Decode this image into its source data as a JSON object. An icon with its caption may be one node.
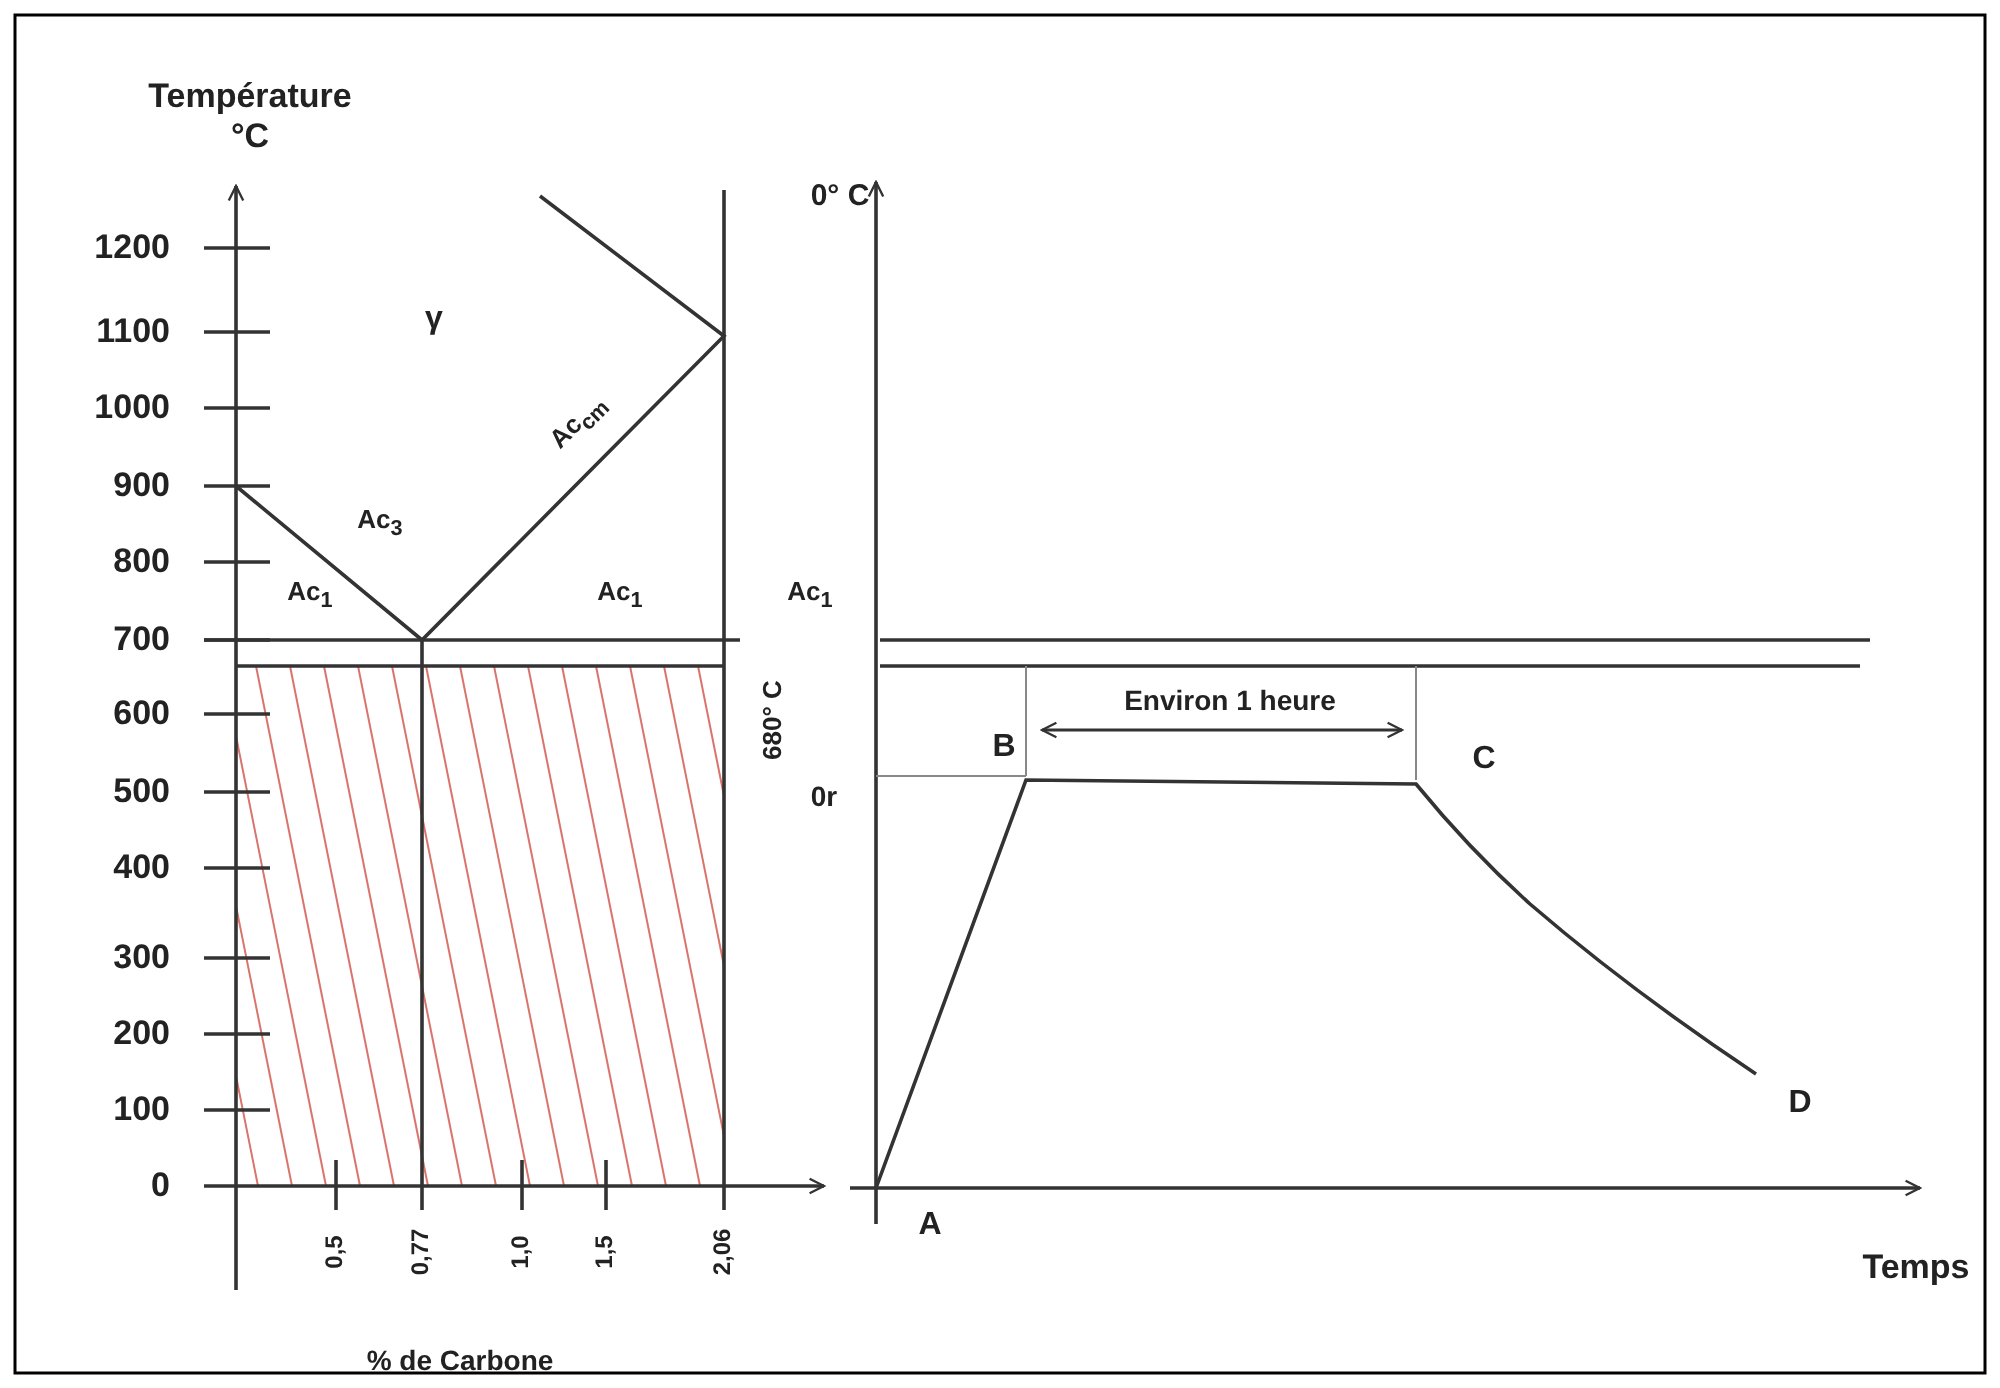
{
  "diagram": {
    "labels": [
      "Température °C",
      "0° C",
      "1200",
      "1100",
      "γ",
      "1000",
      "Ac$_{cm}$",
      "900",
      "Ac$_{3}$",
      "800",
      "Ac$_{1}$",
      "Ac$_{1}$",
      "Ac$_{1}$",
      "700",
      "600",
      "680° C",
      "Environ 1 heure",
      "B",
      "C",
      "500",
      "0r",
      "400",
      "300",
      "200",
      "100",
      "0",
      "D",
      "A",
      "0,5",
      "0,77",
      "1,0",
      "1,5",
      "2,06",
      "Temps",
      "% de Carbone"
    ]
  }
}
